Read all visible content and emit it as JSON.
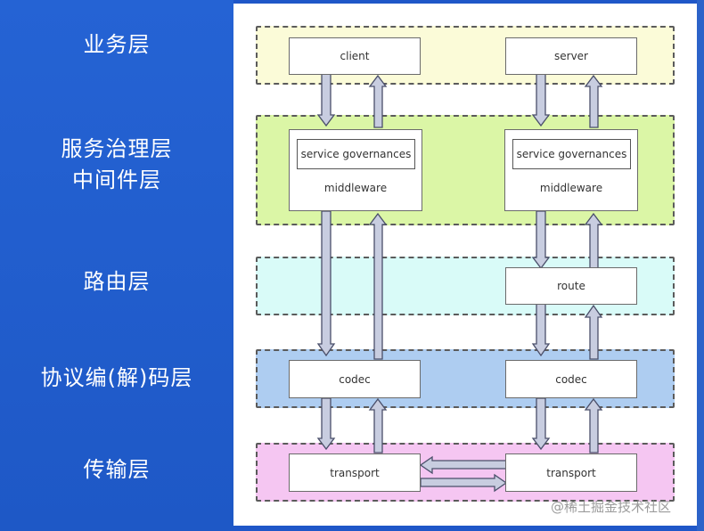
{
  "layers": {
    "business": "业务层",
    "governance": [
      "服务治理层",
      "中间件层"
    ],
    "route": "路由层",
    "codec": "协议编(解)码层",
    "transport": "传输层"
  },
  "nodes": {
    "client": "client",
    "server": "server",
    "service_governances": "service governances",
    "middleware": "middleware",
    "route": "route",
    "codec": "codec",
    "transport": "transport"
  },
  "colors": {
    "business_band": "#fbfbd8",
    "governance_band": "#dbf6a6",
    "route_band": "#d9fbf8",
    "codec_band": "#aecdf1",
    "transport_band": "#f5c6f2",
    "arrow_fill": "#c8cde0",
    "arrow_stroke": "#4a4f6a"
  },
  "watermark": "@稀土掘金技术社区"
}
